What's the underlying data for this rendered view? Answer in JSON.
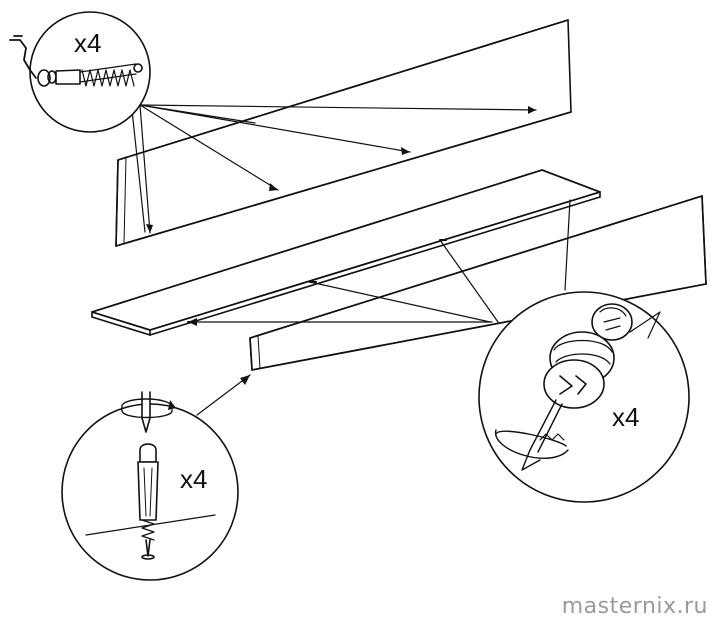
{
  "callouts": {
    "spring_pin_qty": "x4",
    "cam_lock_qty": "x4",
    "screw_dowel_qty": "x4"
  },
  "watermark": "masternix.ru",
  "colors": {
    "line": "#111111",
    "watermark": "#9a9a9a"
  }
}
